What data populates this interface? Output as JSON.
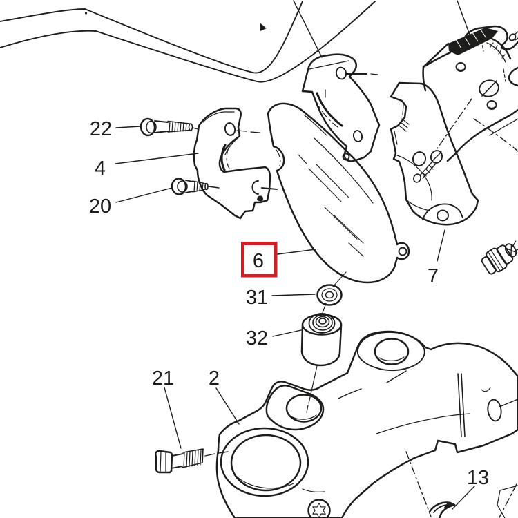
{
  "diagram": {
    "kind": "exploded-parts-diagram",
    "background_color": "#ffffff",
    "line_color": "#1d1d1b",
    "highlight_color": "#cc2128",
    "selected_label": "6",
    "labels": [
      {
        "text": "22"
      },
      {
        "text": "4"
      },
      {
        "text": "20"
      },
      {
        "text": "6"
      },
      {
        "text": "31"
      },
      {
        "text": "32"
      },
      {
        "text": "21"
      },
      {
        "text": "2"
      },
      {
        "text": "7"
      },
      {
        "text": "13"
      }
    ]
  }
}
